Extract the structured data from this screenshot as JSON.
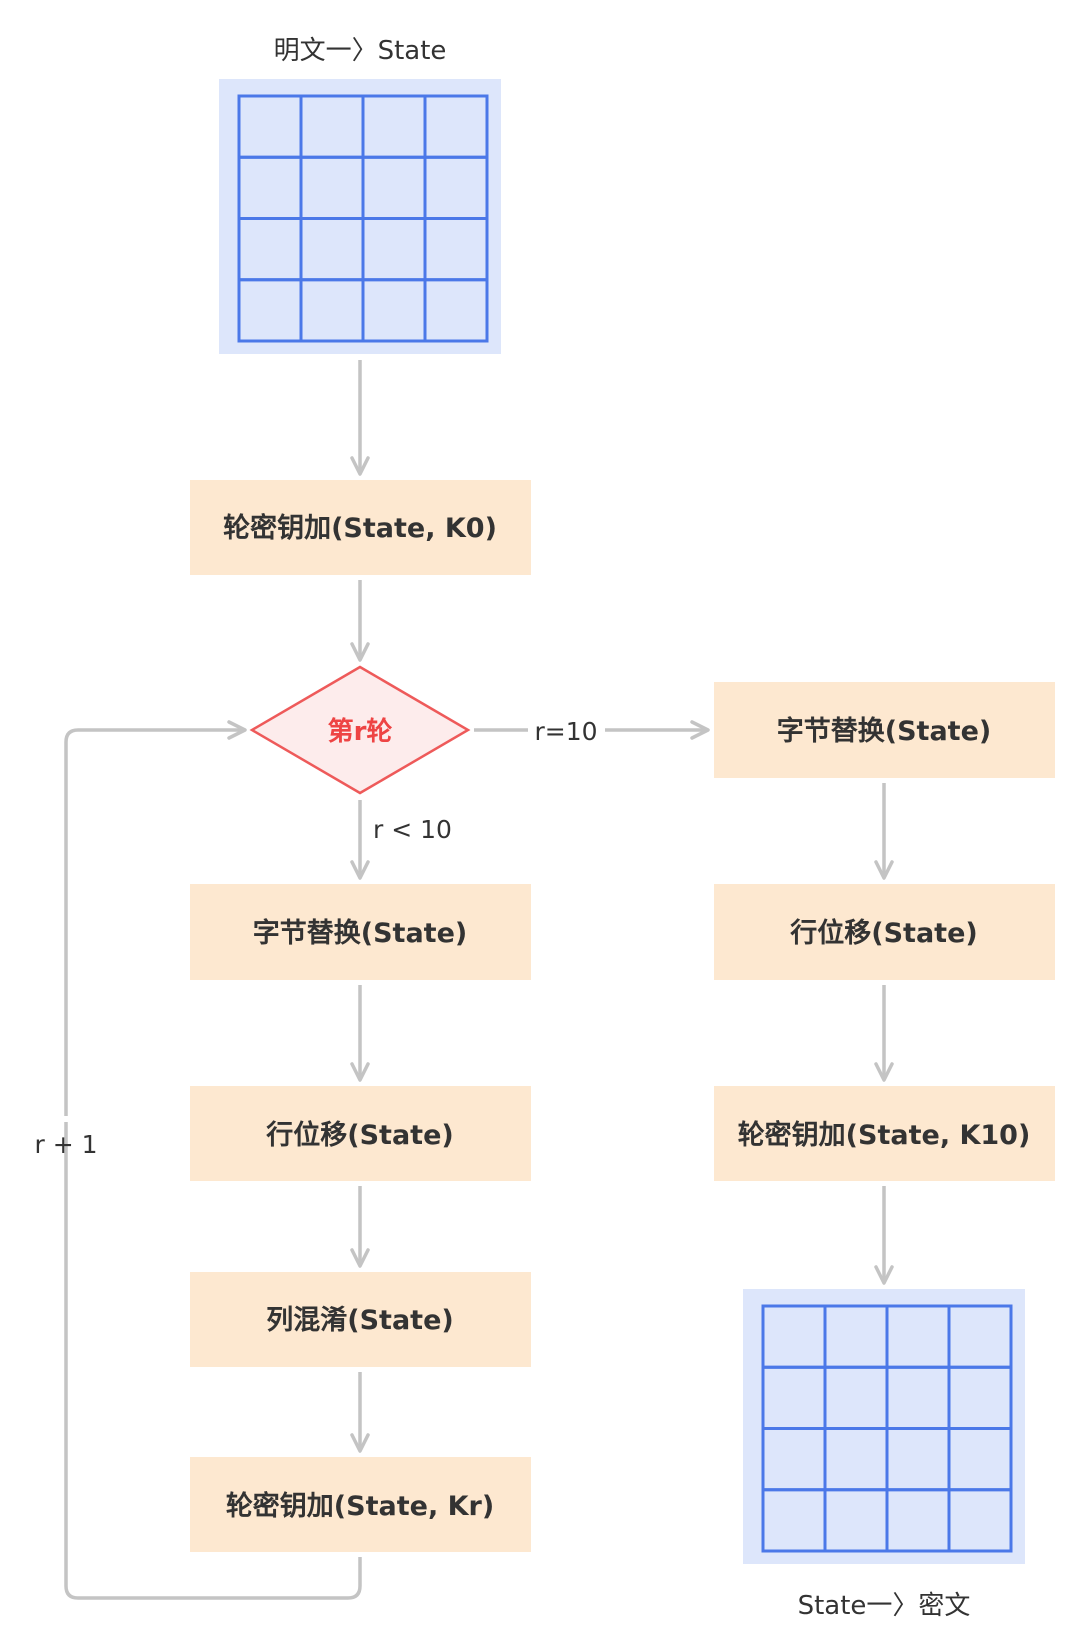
{
  "input_label": "明文一〉State",
  "output_label": "State一〉密文",
  "steps": {
    "initial_add_round_key": "轮密钥加(State, K0)",
    "round_decision": "第r轮",
    "loop_sub_bytes": "字节替换(State)",
    "loop_shift_rows": "行位移(State)",
    "loop_mix_columns": "列混淆(State)",
    "loop_add_round_key": "轮密钥加(State, Kr)",
    "final_sub_bytes": "字节替换(State)",
    "final_shift_rows": "行位移(State)",
    "final_add_round_key": "轮密钥加(State, K10)"
  },
  "edges": {
    "exit_condition": "r=10",
    "loop_condition": "r < 10",
    "increment": "r + 1"
  },
  "state_grid": {
    "rows": 4,
    "cols": 4
  },
  "colors": {
    "box_fill": "#fde8d0",
    "grid_bg": "#dde6fb",
    "grid_line": "#4b78e8",
    "arrow": "#c4c4c4",
    "decision_fill": "#fdecec",
    "decision_stroke": "#ee5a5a",
    "decision_text": "#ee4444"
  }
}
